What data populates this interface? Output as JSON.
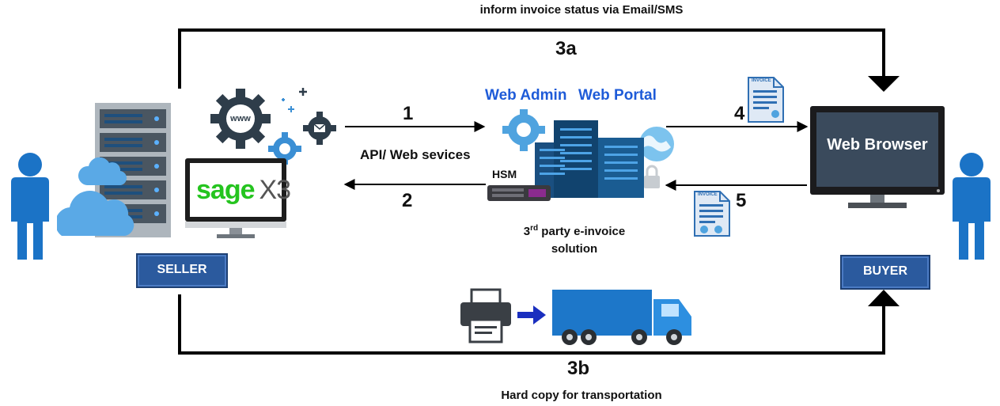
{
  "diagram": {
    "top_caption": "inform invoice status via Email/SMS",
    "bottom_caption": "Hard copy for transportation",
    "step_3a": "3a",
    "step_3b": "3b",
    "step_1": "1",
    "step_2": "2",
    "step_4": "4",
    "step_5": "5",
    "api_label": "API/ Web sevices",
    "web_admin": "Web Admin",
    "web_portal": "Web Portal",
    "hsm_label": "HSM",
    "solution_label_prefix": "3",
    "solution_label_sup": "rd",
    "solution_label_line1_rest": " party e-invoice",
    "solution_label_line2": "solution",
    "seller_label": "SELLER",
    "buyer_label": "BUYER",
    "web_browser_label": "Web Browser",
    "sage_word": "sage",
    "sage_x3": "X3",
    "www_text": "www",
    "invoice_doc_text": "INVOICE"
  },
  "colors": {
    "person_blue": "#1b73c6",
    "role_box": "#2b5a9e",
    "server_gray": "#9aa3ab",
    "server_dark_blue": "#1e4f7d",
    "cloud_blue": "#5aa9e6",
    "sage_green": "#25c41f",
    "truck_blue": "#1d77c9",
    "gear_dark": "#2e3d4a",
    "arrow_black": "#000000",
    "label_blue": "#1e5bd8"
  }
}
